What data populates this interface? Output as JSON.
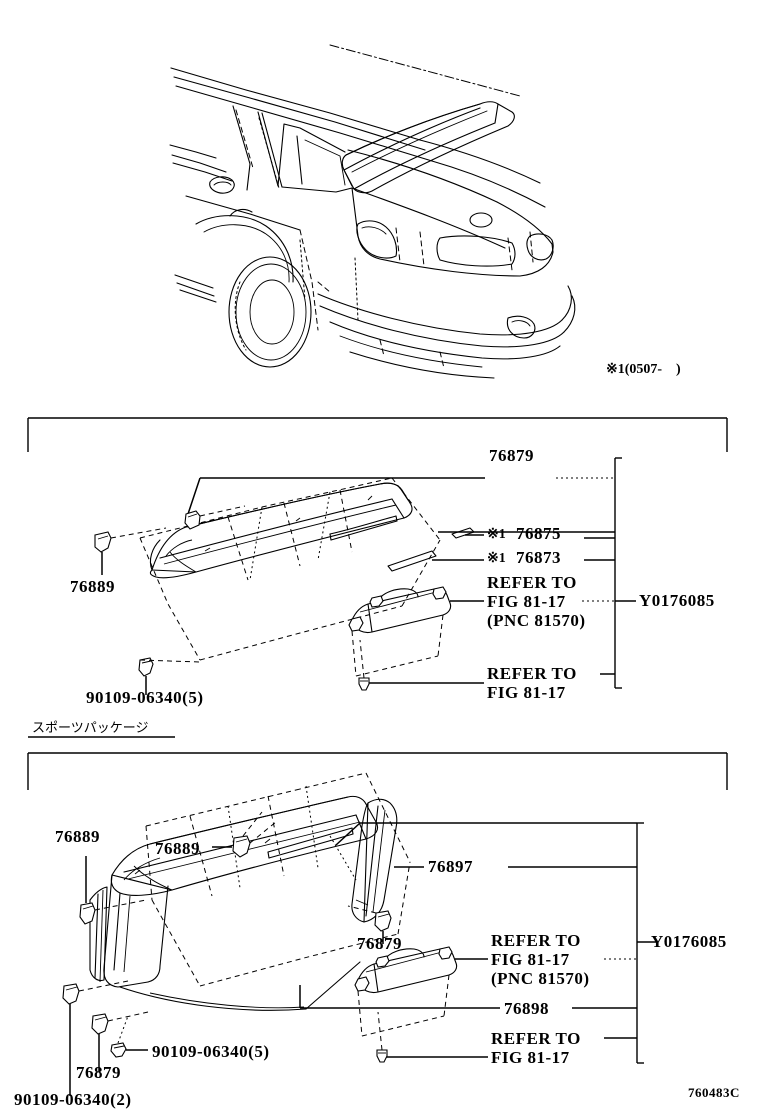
{
  "figure": {
    "code": "760483C",
    "note_top_right": "※1(0507-　)",
    "group_label_upper": "Y0176085",
    "group_label_lower": "Y0176085"
  },
  "vehicle_illustration": {
    "name": "rear three-quarter view of SUV with roof spoiler"
  },
  "panels": [
    {
      "id": "standard",
      "title": "",
      "parts": [
        {
          "number": "76879",
          "name": "spoiler-clip"
        },
        {
          "number": "76889",
          "name": "spoiler-clip-nut"
        },
        {
          "number": "※1 76875",
          "name": "moulding-strip-right"
        },
        {
          "number": "※1 76873",
          "name": "moulding-strip-left"
        },
        {
          "number": "90109-06340(5)",
          "name": "bolt-qty-5"
        }
      ],
      "refs": [
        {
          "line1": "REFER TO",
          "line2": "FIG 81-17",
          "line3": "(PNC 81570)"
        },
        {
          "line1": "REFER TO",
          "line2": "FIG 81-17",
          "line3": ""
        }
      ]
    },
    {
      "id": "sports-package",
      "title": "スポーツパッケージ",
      "parts": [
        {
          "number": "76889",
          "name": "spoiler-clip-nut-left"
        },
        {
          "number": "76889",
          "name": "spoiler-clip-nut-center"
        },
        {
          "number": "76897",
          "name": "spoiler-side-garnish"
        },
        {
          "number": "76879",
          "name": "spoiler-clip-right"
        },
        {
          "number": "76879",
          "name": "spoiler-clip-lower-left"
        },
        {
          "number": "76898",
          "name": "spoiler-seal"
        },
        {
          "number": "90109-06340(5)",
          "name": "bolt-qty-5"
        },
        {
          "number": "90109-06340(2)",
          "name": "bolt-qty-2"
        }
      ],
      "refs": [
        {
          "line1": "REFER TO",
          "line2": "FIG 81-17",
          "line3": "(PNC 81570)"
        },
        {
          "line1": "REFER TO",
          "line2": "FIG 81-17",
          "line3": ""
        }
      ]
    }
  ],
  "labels": {
    "p1_76879": "76879",
    "p1_76889": "76889",
    "p1_76875": "76875",
    "p1_76873": "76873",
    "p1_mark1_a": "※1",
    "p1_mark1_b": "※1",
    "p1_bolt5": "90109-06340(5)",
    "p1_ref1_l1": "REFER TO",
    "p1_ref1_l2": "FIG 81-17",
    "p1_ref1_l3": "(PNC 81570)",
    "p1_ref2_l1": "REFER TO",
    "p1_ref2_l2": "FIG 81-17",
    "p1_group": "Y0176085",
    "p2_title": "スポーツパッケージ",
    "p2_76889_a": "76889",
    "p2_76889_b": "76889",
    "p2_76897": "76897",
    "p2_76879_a": "76879",
    "p2_76879_b": "76879",
    "p2_76898": "76898",
    "p2_bolt5": "90109-06340(5)",
    "p2_bolt2": "90109-06340(2)",
    "p2_ref1_l1": "REFER TO",
    "p2_ref1_l2": "FIG 81-17",
    "p2_ref1_l3": "(PNC 81570)",
    "p2_ref2_l1": "REFER TO",
    "p2_ref2_l2": "FIG 81-17",
    "p2_group": "Y0176085",
    "note_top": "※1(0507-　)",
    "fig_code": "760483C"
  }
}
